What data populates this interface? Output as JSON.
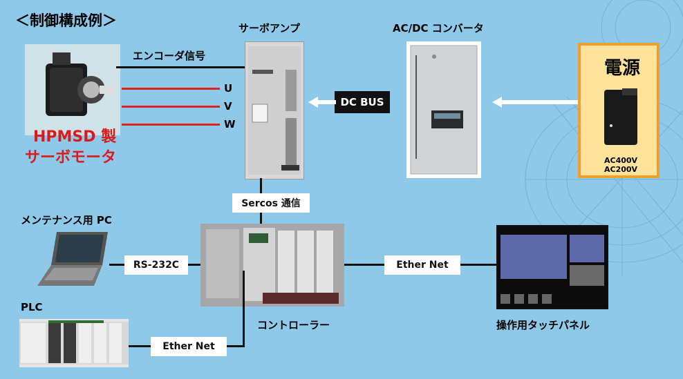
{
  "diagram": {
    "heading": "＜制御構成例＞",
    "servo_amp_label": "サーボアンプ",
    "converter_label": "AC/DC コンバータ",
    "encoder_label": "エンコーダ信号",
    "phase_u": "U",
    "phase_v": "V",
    "phase_w": "W",
    "motor_line1": "HPMSD 製",
    "motor_line2": "サーボモータ",
    "dc_bus": "DC BUS",
    "power_title": "電源",
    "power_v1": "AC400V",
    "power_v2": "AC200V",
    "sercos": "Sercos 通信",
    "maint_pc": "メンテナンス用 PC",
    "rs232c": "RS-232C",
    "ether_net_right": "Ether Net",
    "ether_net_bottom": "Ether Net",
    "plc": "PLC",
    "controller": "コントローラー",
    "touch_panel": "操作用タッチパネル"
  },
  "colors": {
    "background": "#8fc9ea",
    "accent_red": "#d81c1c",
    "power_border": "#f0a030",
    "power_fill": "#ffe39a"
  },
  "icons": [
    "servo-motor-photo",
    "servo-amplifier-photo",
    "converter-photo",
    "power-supply-icon",
    "laptop-icon",
    "plc-photo",
    "controller-photo",
    "touch-panel-photo"
  ]
}
